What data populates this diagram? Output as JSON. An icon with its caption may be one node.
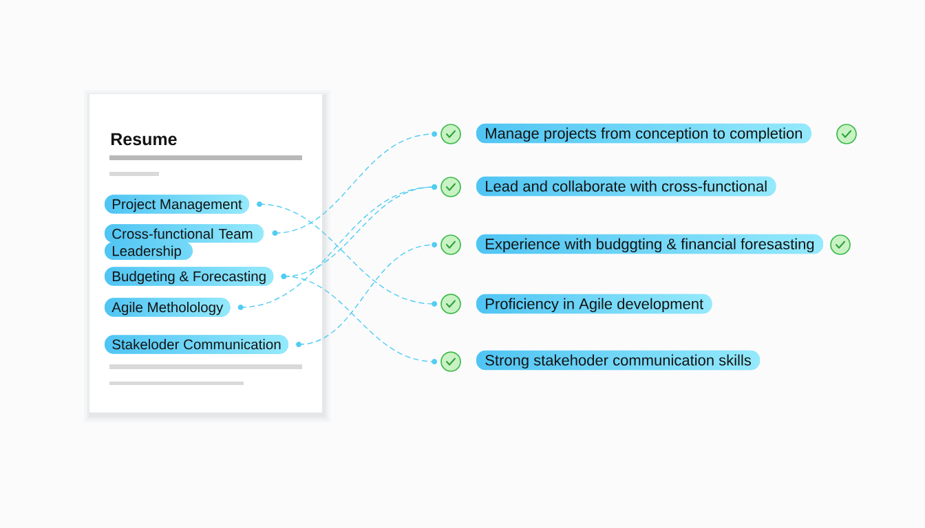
{
  "diagram": {
    "nodes": [
      {
        "text": [
          "Resume"
        ]
      },
      {
        "text": [
          "Project Management"
        ],
        "in": 0
      },
      {
        "text": [
          "Cross-functional Team Leadership"
        ],
        "in": 0
      },
      {
        "text": [
          "Budgeting & Forecasting"
        ],
        "in": 0
      },
      {
        "text": [
          "Agile Metholology"
        ],
        "in": 0
      },
      {
        "text": [
          "Stakeloder Communication"
        ],
        "in": 0
      },
      {
        "text": [],
        "shape": "circle"
      },
      {
        "text": [
          "Manage projects from conception to completion"
        ]
      },
      {
        "text": [],
        "shape": "circle"
      },
      {
        "text": [
          "Lead and collaborate with cross-functional"
        ]
      },
      {
        "text": [],
        "shape": "circle"
      },
      {
        "text": [
          "Experience with budggting & financial foresasting"
        ]
      },
      {
        "text": [],
        "shape": "circle"
      },
      {
        "text": [
          "Proficiency in Agile development"
        ]
      },
      {
        "text": [],
        "shape": "circle"
      },
      {
        "text": [
          "Strong stakehoder communication skills"
        ]
      }
    ],
    "edges": [
      {
        "from": 1,
        "to": 12,
        "arrow": "other"
      },
      {
        "from": 2,
        "to": 6,
        "arrow": "other"
      },
      {
        "from": 3,
        "to": 8,
        "arrow": "other"
      },
      {
        "from": 3,
        "to": 14,
        "arrow": "other"
      },
      {
        "from": 4,
        "to": 8,
        "arrow": "other"
      },
      {
        "from": 5,
        "to": 10,
        "arrow": "other"
      }
    ]
  }
}
